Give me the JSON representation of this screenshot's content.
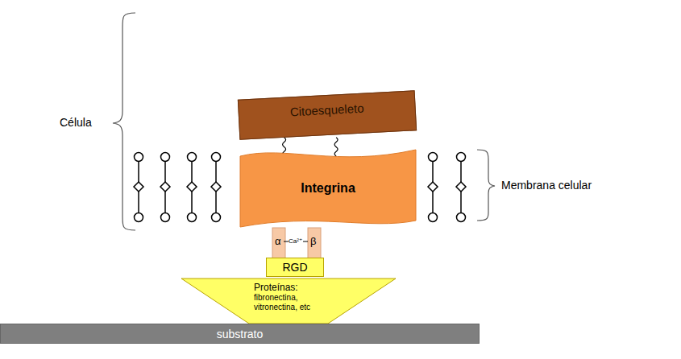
{
  "diagram": {
    "nodes": [
      {
        "text": [
          "Citoesqueleto"
        ]
      },
      {
        "text": [
          "Integrina"
        ]
      },
      {
        "text": [
          "RGD"
        ]
      },
      {
        "text": [
          "Proteínas:",
          "fibronectina, vitronectina, etc"
        ]
      },
      {
        "text": [
          "substrato"
        ]
      }
    ],
    "edges": [
      {
        "from": 0,
        "to": 1,
        "arrow": "none"
      },
      {
        "from": 0,
        "to": 1,
        "arrow": "none"
      }
    ],
    "labels": [
      "Célula",
      "Membrana celular",
      "α",
      "Ca²⁺",
      "β"
    ]
  }
}
